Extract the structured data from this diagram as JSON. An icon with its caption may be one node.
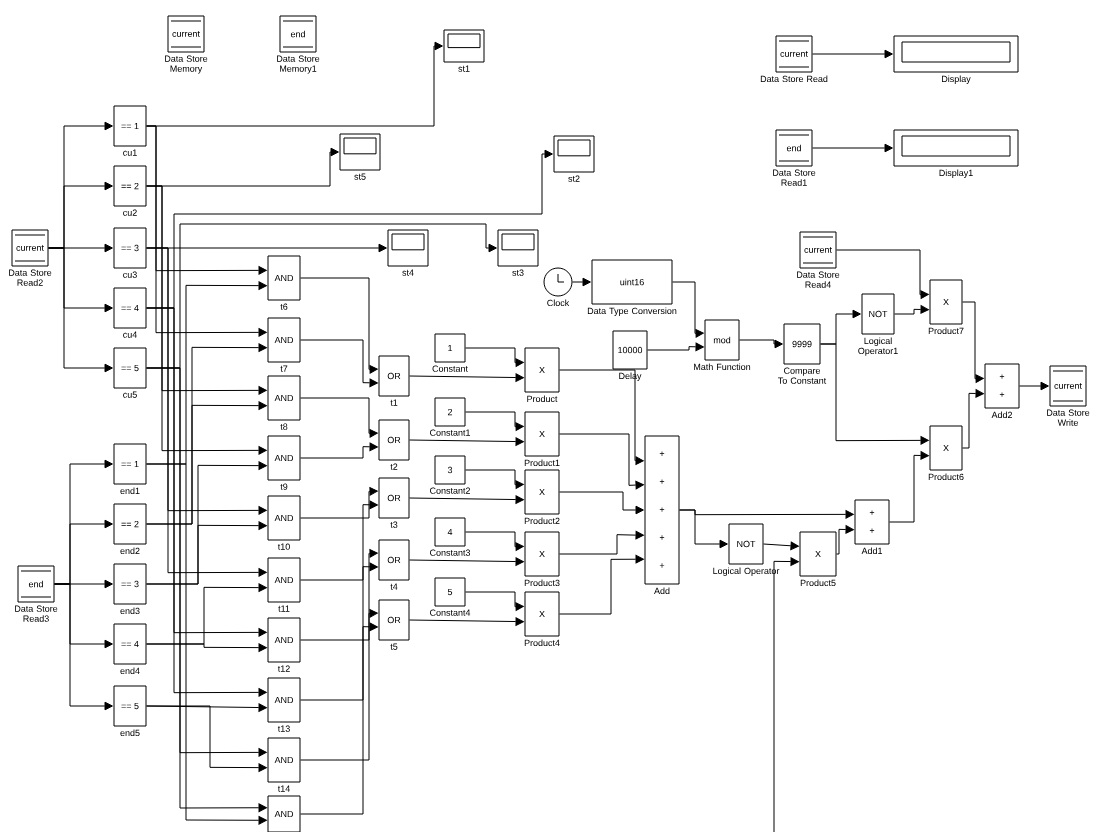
{
  "diagram": {
    "nodes": [
      {
        "text": [
          "current"
        ],
        "beside": [
          "Data Store Memory"
        ]
      },
      {
        "text": [
          "end"
        ],
        "beside": [
          "Data Store Memory1"
        ]
      },
      {
        "text": [],
        "shape": "box",
        "beside": [
          "st1"
        ]
      },
      {
        "text": [
          "current"
        ],
        "beside": [
          "Data Store Read"
        ]
      },
      {
        "text": [],
        "shape": "box",
        "beside": [
          "Display"
        ]
      },
      {
        "text": [],
        "shape": "box",
        "beside": [
          "st5"
        ]
      },
      {
        "text": [],
        "shape": "box",
        "beside": [
          "st2"
        ]
      },
      {
        "text": [
          "end"
        ],
        "beside": [
          "Data Store Read1"
        ]
      },
      {
        "text": [],
        "shape": "box",
        "beside": [
          "Display1"
        ]
      },
      {
        "text": [
          "== 1"
        ],
        "beside": [
          "cu1"
        ]
      },
      {
        "text": [
          "== 2"
        ],
        "beside": [
          "cu2"
        ]
      },
      {
        "text": [
          "== 3"
        ],
        "beside": [
          "cu3"
        ]
      },
      {
        "text": [
          "== 4"
        ],
        "beside": [
          "cu4"
        ]
      },
      {
        "text": [
          "== 5"
        ],
        "beside": [
          "cu5"
        ]
      },
      {
        "text": [
          "current"
        ],
        "beside": [
          "Data Store Read2"
        ]
      },
      {
        "text": [],
        "shape": "box",
        "beside": [
          "st4"
        ]
      },
      {
        "text": [],
        "shape": "box",
        "beside": [
          "st3"
        ]
      },
      {
        "text": [
          "current"
        ],
        "beside": [
          "Data Store Read4"
        ]
      },
      {
        "text": [],
        "shape": "circle",
        "beside": [
          "Clock"
        ]
      },
      {
        "text": [
          "uint16"
        ],
        "beside": [
          "Data Type Conversion"
        ]
      },
      {
        "text": [
          "AND"
        ],
        "beside": [
          "t6"
        ]
      },
      {
        "text": [
          "AND"
        ],
        "beside": [
          "t7"
        ]
      },
      {
        "text": [
          "AND"
        ],
        "beside": [
          "t8"
        ]
      },
      {
        "text": [
          "AND"
        ],
        "beside": [
          "t9"
        ]
      },
      {
        "text": [
          "AND"
        ],
        "beside": [
          "t10"
        ]
      },
      {
        "text": [
          "AND"
        ],
        "beside": [
          "t11"
        ]
      },
      {
        "text": [
          "AND"
        ],
        "beside": [
          "t12"
        ]
      },
      {
        "text": [
          "AND"
        ],
        "beside": [
          "t13"
        ]
      },
      {
        "text": [
          "AND"
        ],
        "beside": [
          "t14"
        ]
      },
      {
        "text": [
          "AND"
        ]
      },
      {
        "text": [
          "NOT"
        ],
        "beside": [
          "Logical Operator1"
        ]
      },
      {
        "text": [
          "X"
        ],
        "beside": [
          "Product7"
        ]
      },
      {
        "text": [
          "OR"
        ],
        "beside": [
          "t1"
        ]
      },
      {
        "text": [
          "OR"
        ],
        "beside": [
          "t2"
        ]
      },
      {
        "text": [
          "OR"
        ],
        "beside": [
          "t3"
        ]
      },
      {
        "text": [
          "OR"
        ],
        "beside": [
          "t4"
        ]
      },
      {
        "text": [
          "OR"
        ],
        "beside": [
          "t5"
        ]
      },
      {
        "text": [
          "1"
        ],
        "beside": [
          "Constant"
        ]
      },
      {
        "text": [
          "2"
        ],
        "beside": [
          "Constant1"
        ]
      },
      {
        "text": [
          "3"
        ],
        "beside": [
          "Constant2"
        ]
      },
      {
        "text": [
          "4"
        ],
        "beside": [
          "Constant3"
        ]
      },
      {
        "text": [
          "5"
        ],
        "beside": [
          "Constant4"
        ]
      },
      {
        "text": [
          "X"
        ],
        "beside": [
          "Product"
        ]
      },
      {
        "text": [
          "X"
        ],
        "beside": [
          "Product1"
        ]
      },
      {
        "text": [
          "X"
        ],
        "beside": [
          "Product2"
        ]
      },
      {
        "text": [
          "X"
        ],
        "beside": [
          "Product3"
        ]
      },
      {
        "text": [
          "X"
        ],
        "beside": [
          "Product4"
        ]
      },
      {
        "text": [
          "10000"
        ],
        "beside": [
          "Delay"
        ]
      },
      {
        "text": [
          "mod"
        ],
        "beside": [
          "Math Function"
        ]
      },
      {
        "text": [
          "9999"
        ],
        "beside": [
          "Compare To Constant"
        ]
      },
      {
        "text": [
          "+",
          "+"
        ],
        "beside": [
          "Add2"
        ]
      },
      {
        "text": [
          "current"
        ],
        "beside": [
          "Data Store Write"
        ]
      },
      {
        "text": [
          "X"
        ],
        "beside": [
          "Product6"
        ]
      },
      {
        "text": [
          "+",
          "+",
          "+",
          "+",
          "+"
        ],
        "beside": [
          "Add"
        ]
      },
      {
        "text": [
          "+",
          "+"
        ],
        "beside": [
          "Add1"
        ]
      },
      {
        "text": [
          "NOT"
        ],
        "beside": [
          "Logical Operator"
        ]
      },
      {
        "text": [
          "X"
        ],
        "beside": [
          "Product5"
        ]
      },
      {
        "text": [
          "== 1"
        ],
        "beside": [
          "end1"
        ]
      },
      {
        "text": [
          "== 2"
        ],
        "beside": [
          "end2"
        ]
      },
      {
        "text": [
          "== 3"
        ],
        "beside": [
          "end3"
        ]
      },
      {
        "text": [
          "== 4"
        ],
        "beside": [
          "end4"
        ]
      },
      {
        "text": [
          "== 5"
        ],
        "beside": [
          "end5"
        ]
      },
      {
        "text": [
          "end"
        ],
        "beside": [
          "Data Store Read3"
        ]
      }
    ],
    "edges": [
      {
        "from": 3,
        "to": 4,
        "arrow": "to"
      },
      {
        "from": 7,
        "to": 8,
        "arrow": "to"
      },
      {
        "from": 14,
        "to": 9,
        "arrow": "to"
      },
      {
        "from": 14,
        "to": 10,
        "arrow": "to"
      },
      {
        "from": 14,
        "to": 11,
        "arrow": "to"
      },
      {
        "from": 14,
        "to": 12,
        "arrow": "to"
      },
      {
        "from": 14,
        "to": 13,
        "arrow": "to"
      },
      {
        "from": 62,
        "to": 57,
        "arrow": "to"
      },
      {
        "from": 62,
        "to": 58,
        "arrow": "to"
      },
      {
        "from": 62,
        "to": 59,
        "arrow": "to"
      },
      {
        "from": 62,
        "to": 60,
        "arrow": "to"
      },
      {
        "from": 62,
        "to": 61,
        "arrow": "to"
      },
      {
        "from": 9,
        "to": 2,
        "arrow": "to"
      },
      {
        "from": 10,
        "to": 5,
        "arrow": "to"
      },
      {
        "from": 11,
        "to": 15,
        "arrow": "to"
      },
      {
        "from": 12,
        "to": 6,
        "arrow": "to"
      },
      {
        "from": 13,
        "to": 16,
        "arrow": "to"
      },
      {
        "from": 9,
        "to": 20,
        "arrow": "to"
      },
      {
        "from": 57,
        "to": 20,
        "arrow": "to"
      },
      {
        "from": 9,
        "to": 21,
        "arrow": "to"
      },
      {
        "from": 58,
        "to": 21,
        "arrow": "to"
      },
      {
        "from": 10,
        "to": 22,
        "arrow": "to"
      },
      {
        "from": 58,
        "to": 22,
        "arrow": "to"
      },
      {
        "from": 10,
        "to": 23,
        "arrow": "to"
      },
      {
        "from": 59,
        "to": 23,
        "arrow": "to"
      },
      {
        "from": 11,
        "to": 24,
        "arrow": "to"
      },
      {
        "from": 59,
        "to": 24,
        "arrow": "to"
      },
      {
        "from": 11,
        "to": 25,
        "arrow": "to"
      },
      {
        "from": 60,
        "to": 25,
        "arrow": "to"
      },
      {
        "from": 12,
        "to": 26,
        "arrow": "to"
      },
      {
        "from": 60,
        "to": 26,
        "arrow": "to"
      },
      {
        "from": 12,
        "to": 27,
        "arrow": "to"
      },
      {
        "from": 61,
        "to": 27,
        "arrow": "to"
      },
      {
        "from": 13,
        "to": 28,
        "arrow": "to"
      },
      {
        "from": 61,
        "to": 28,
        "arrow": "to"
      },
      {
        "from": 13,
        "to": 29,
        "arrow": "to"
      },
      {
        "from": 57,
        "to": 29,
        "arrow": "to"
      },
      {
        "from": 20,
        "to": 32,
        "arrow": "to"
      },
      {
        "from": 21,
        "to": 32,
        "arrow": "to"
      },
      {
        "from": 22,
        "to": 33,
        "arrow": "to"
      },
      {
        "from": 23,
        "to": 33,
        "arrow": "to"
      },
      {
        "from": 24,
        "to": 34,
        "arrow": "to"
      },
      {
        "from": 25,
        "to": 34,
        "arrow": "to"
      },
      {
        "from": 26,
        "to": 35,
        "arrow": "to"
      },
      {
        "from": 27,
        "to": 35,
        "arrow": "to"
      },
      {
        "from": 28,
        "to": 36,
        "arrow": "to"
      },
      {
        "from": 29,
        "to": 36,
        "arrow": "to"
      },
      {
        "from": 37,
        "to": 42,
        "arrow": "to"
      },
      {
        "from": 32,
        "to": 42,
        "arrow": "to"
      },
      {
        "from": 38,
        "to": 43,
        "arrow": "to"
      },
      {
        "from": 33,
        "to": 43,
        "arrow": "to"
      },
      {
        "from": 39,
        "to": 44,
        "arrow": "to"
      },
      {
        "from": 34,
        "to": 44,
        "arrow": "to"
      },
      {
        "from": 40,
        "to": 45,
        "arrow": "to"
      },
      {
        "from": 35,
        "to": 45,
        "arrow": "to"
      },
      {
        "from": 41,
        "to": 46,
        "arrow": "to"
      },
      {
        "from": 36,
        "to": 46,
        "arrow": "to"
      },
      {
        "from": 42,
        "to": 53,
        "arrow": "to"
      },
      {
        "from": 43,
        "to": 53,
        "arrow": "to"
      },
      {
        "from": 44,
        "to": 53,
        "arrow": "to"
      },
      {
        "from": 45,
        "to": 53,
        "arrow": "to"
      },
      {
        "from": 46,
        "to": 53,
        "arrow": "to"
      },
      {
        "from": 53,
        "to": 55,
        "arrow": "to"
      },
      {
        "from": 53,
        "to": 54,
        "arrow": "to"
      },
      {
        "from": 55,
        "to": 56,
        "arrow": "to"
      },
      {
        "from": null,
        "to": 56,
        "arrow": "to"
      },
      {
        "from": 56,
        "to": 54,
        "arrow": "to"
      },
      {
        "from": 49,
        "to": 52,
        "arrow": "to"
      },
      {
        "from": 54,
        "to": 52,
        "arrow": "to"
      },
      {
        "from": 31,
        "to": 50,
        "arrow": "to"
      },
      {
        "from": 52,
        "to": 50,
        "arrow": "to"
      },
      {
        "from": 50,
        "to": 51,
        "arrow": "to"
      },
      {
        "from": 17,
        "to": 31,
        "arrow": "to"
      },
      {
        "from": 49,
        "to": 30,
        "arrow": "to"
      },
      {
        "from": 30,
        "to": 31,
        "arrow": "to"
      },
      {
        "from": 18,
        "to": 19,
        "arrow": "to"
      },
      {
        "from": 19,
        "to": 48,
        "arrow": "to"
      },
      {
        "from": 47,
        "to": 48,
        "arrow": "to"
      },
      {
        "from": 48,
        "to": 49,
        "arrow": "to"
      }
    ]
  }
}
